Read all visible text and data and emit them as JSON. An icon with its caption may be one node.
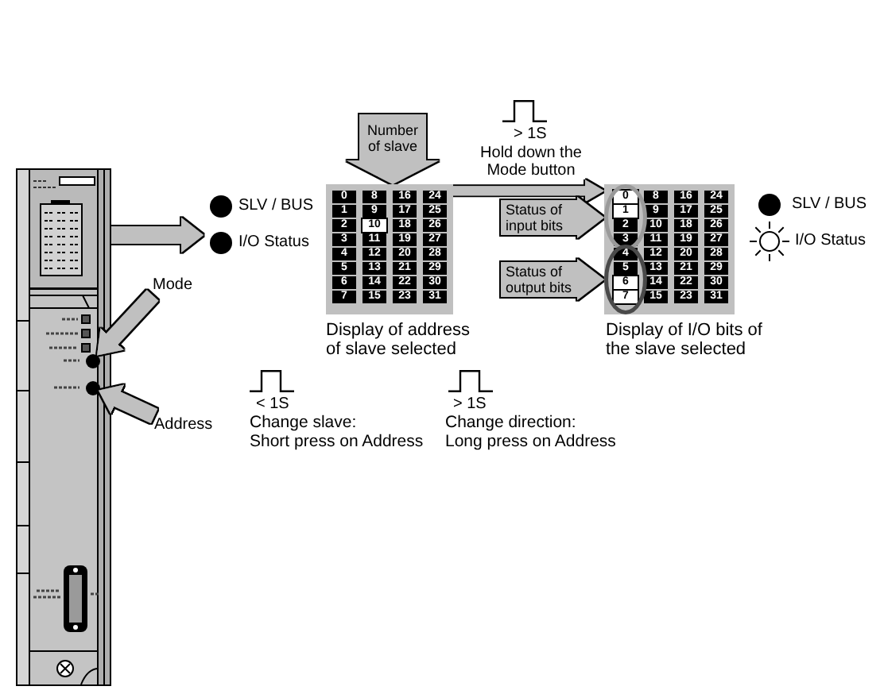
{
  "diagram": {
    "nodes": [
      {
        "text": [],
        "shape": "picture"
      },
      {
        "text": [],
        "shape": "circle",
        "in": 0
      },
      {
        "text": [],
        "shape": "circle",
        "in": 0
      },
      {
        "text": [
          "Mode"
        ]
      },
      {
        "text": [
          "Address"
        ]
      },
      {
        "text": [
          "SLV / BUS",
          "I/O Status"
        ]
      },
      {
        "text": [
          "0",
          "8",
          "16",
          "24",
          "1",
          "9",
          "17",
          "25",
          "2",
          "10",
          "18",
          "26",
          "3",
          "11",
          "19",
          "27",
          "4",
          "12",
          "20",
          "28",
          "5",
          "13",
          "21",
          "29",
          "6",
          "14",
          "22",
          "30",
          "7",
          "15",
          "23",
          "31"
        ],
        "beside": [
          "Display of address of slave selected"
        ]
      },
      {
        "text": [
          "8",
          "16",
          "24",
          "9",
          "17",
          "25",
          "10",
          "18",
          "26",
          "11",
          "19",
          "27",
          "12",
          "20",
          "28",
          "13",
          "21",
          "29",
          "14",
          "22",
          "30",
          "15",
          "23",
          "31"
        ],
        "beside": [
          "Display of I/O bits of the slave selected"
        ]
      },
      {
        "text": [
          "0",
          "1",
          "2",
          "3"
        ],
        "in": 7
      },
      {
        "text": [
          "4",
          "5",
          "6",
          "7"
        ],
        "in": 7
      }
    ],
    "edges": [
      {
        "from": 0,
        "to": 5,
        "arrow": "to"
      },
      {
        "from": null,
        "to": 6,
        "arrow": "to",
        "label": "Number of slave"
      },
      {
        "from": 6,
        "to": 7,
        "arrow": "to",
        "label": "Hold down the Mode button"
      },
      {
        "from": null,
        "to": 8,
        "arrow": "to",
        "label": "Status of input bits"
      },
      {
        "from": null,
        "to": 9,
        "arrow": "to",
        "label": "Status of output bits"
      },
      {
        "from": 3,
        "to": 1,
        "arrow": "to"
      },
      {
        "from": 4,
        "to": 2,
        "arrow": "to"
      }
    ],
    "labels": [
      "> 1S",
      "SLV / BUS",
      "I/O Status",
      "< 1S",
      "Change slave:",
      "Short press on Address",
      "> 1S",
      "Change direction:",
      "Long press on Address"
    ]
  }
}
